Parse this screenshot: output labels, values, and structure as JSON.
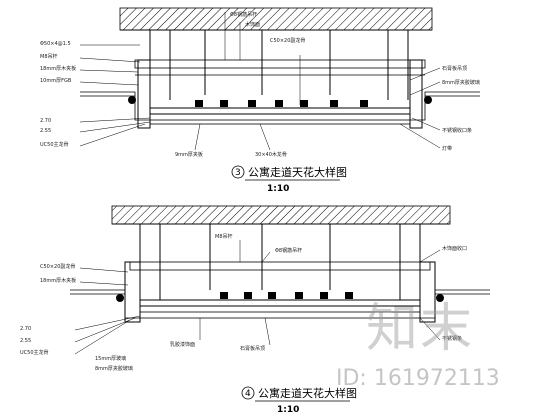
{
  "sections": [
    {
      "number": "3",
      "title": "公寓走道天花大样图",
      "scale": "1:10",
      "notes": [
        "Φ50×4@1.5",
        "M8吊杆",
        "18mm厚木夹板",
        "10mm厚FGB",
        "2.70",
        "2.55",
        "UC50主龙骨",
        "C50×20副龙骨",
        "Φ8钢筋吊杆",
        "木饰面",
        "石膏板吊顶",
        "8mm厚夹胶玻璃",
        "不锈钢收口条",
        "灯带",
        "9mm厚夹板",
        "30×40木龙骨"
      ]
    },
    {
      "number": "4",
      "title": "公寓走道天花大样图",
      "scale": "1:10",
      "notes": [
        "C50×20副龙骨",
        "18mm厚木夹板",
        "2.70",
        "2.55",
        "UC50主龙骨",
        "M8吊杆",
        "Φ8钢筋吊杆",
        "乳胶漆饰面",
        "石膏板吊顶",
        "木饰面收口",
        "不锈钢条",
        "15mm厚玻璃",
        "8mm厚夹胶玻璃"
      ]
    }
  ],
  "watermark": {
    "logo": "知末",
    "id": "ID: 161972113"
  }
}
